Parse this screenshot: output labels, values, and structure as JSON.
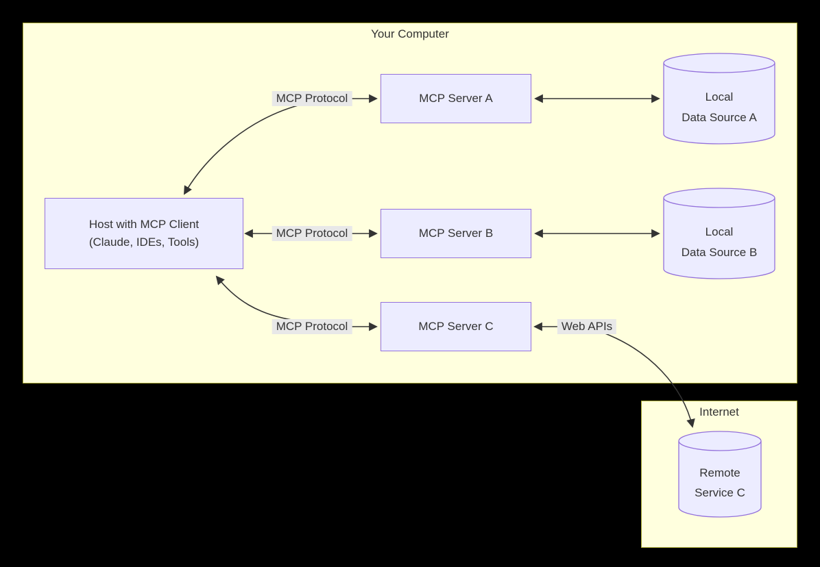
{
  "diagram": {
    "groups": {
      "computer": {
        "label": "Your Computer"
      },
      "internet": {
        "label": "Internet"
      }
    },
    "nodes": {
      "host": {
        "line1": "Host with MCP Client",
        "line2": "(Claude, IDEs, Tools)"
      },
      "server_a": {
        "label": "MCP Server A"
      },
      "server_b": {
        "label": "MCP Server B"
      },
      "server_c": {
        "label": "MCP Server C"
      },
      "data_a": {
        "line1": "Local",
        "line2": "Data Source A"
      },
      "data_b": {
        "line1": "Local",
        "line2": "Data Source B"
      },
      "remote_c": {
        "line1": "Remote",
        "line2": "Service C"
      }
    },
    "edge_labels": {
      "mcp_a": "MCP Protocol",
      "mcp_b": "MCP Protocol",
      "mcp_c": "MCP Protocol",
      "web_apis": "Web APIs"
    },
    "colors": {
      "canvas": "#000000",
      "group_fill": "#FFFFDE",
      "group_border": "#AAAA33",
      "node_fill": "#ECECFF",
      "node_border": "#9370DB",
      "edge": "#333333",
      "label_bg": "#E8E8E8",
      "text": "#333333"
    }
  }
}
